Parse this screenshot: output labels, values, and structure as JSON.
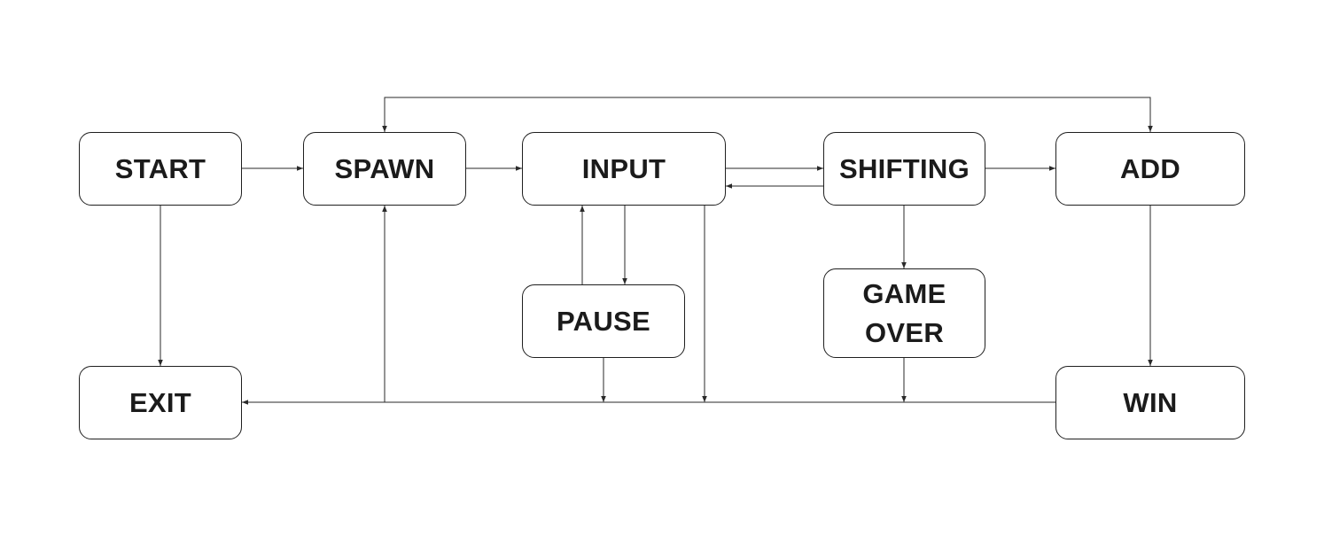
{
  "diagram": {
    "type": "state-machine",
    "states": {
      "start": "START",
      "spawn": "SPAWN",
      "input": "INPUT",
      "shifting": "SHIFTING",
      "add": "ADD",
      "pause": "PAUSE",
      "game_over_line1": "GAME",
      "game_over_line2": "OVER",
      "exit": "EXIT",
      "win": "WIN"
    },
    "transitions": [
      {
        "from": "START",
        "to": "SPAWN"
      },
      {
        "from": "SPAWN",
        "to": "INPUT"
      },
      {
        "from": "INPUT",
        "to": "SHIFTING"
      },
      {
        "from": "SHIFTING",
        "to": "INPUT"
      },
      {
        "from": "SHIFTING",
        "to": "ADD"
      },
      {
        "from": "ADD",
        "to": "SPAWN"
      },
      {
        "from": "START",
        "to": "EXIT"
      },
      {
        "from": "INPUT",
        "to": "PAUSE"
      },
      {
        "from": "PAUSE",
        "to": "INPUT"
      },
      {
        "from": "SHIFTING",
        "to": "GAME OVER"
      },
      {
        "from": "ADD",
        "to": "WIN"
      },
      {
        "from": "WIN",
        "to": "EXIT"
      },
      {
        "from": "EXIT",
        "to": "SPAWN"
      },
      {
        "from": "PAUSE",
        "to": "EXIT"
      },
      {
        "from": "INPUT",
        "to": "EXIT"
      },
      {
        "from": "GAME OVER",
        "to": "EXIT"
      }
    ],
    "colors": {
      "line": "#2a2a2a",
      "border": "#1f1f1f",
      "text": "#1b1b1b"
    }
  }
}
